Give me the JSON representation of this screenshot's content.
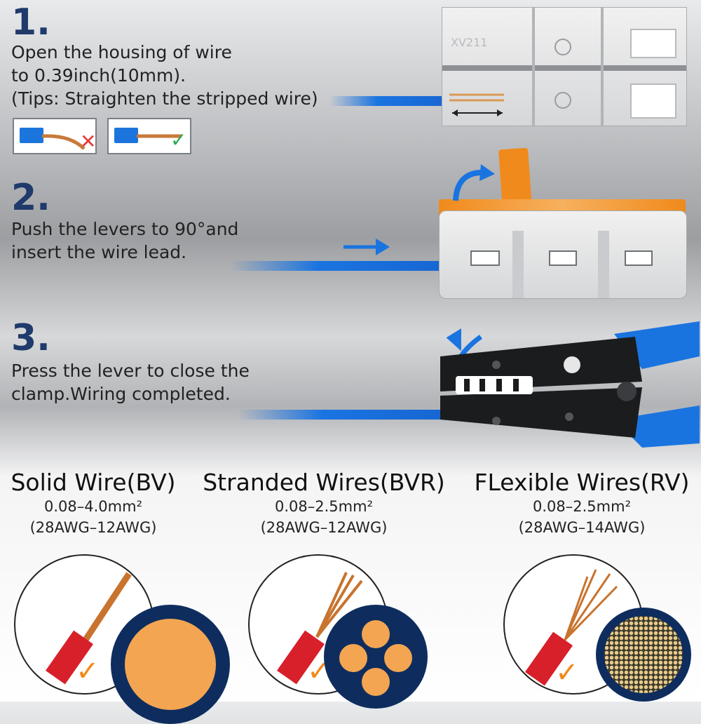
{
  "steps": [
    {
      "number": "1.",
      "text": "Open the housing of wire\nto 0.39inch(10mm).\n(Tips: Straighten the stripped wire)"
    },
    {
      "number": "2.",
      "text": "Push the levers to 90°and\ninsert the wire lead."
    },
    {
      "number": "3.",
      "text": "Press the lever to close the\nclamp.Wiring completed."
    }
  ],
  "tips": {
    "wrong_icon": "red-x-icon",
    "right_icon": "green-check-icon",
    "wrong_color": "#e53a3a",
    "right_color": "#2fa84f"
  },
  "connector_label": "XV211",
  "categories": [
    {
      "title": "Solid Wire(BV)",
      "range": "0.08–4.0mm²",
      "awg": "(28AWG–12AWG)"
    },
    {
      "title": "Stranded Wires(BVR)",
      "range": "0.08–2.5mm²",
      "awg": "(28AWG–12AWG)"
    },
    {
      "title": "FLexible Wires(RV)",
      "range": "0.08–2.5mm²",
      "awg": "(28AWG–14AWG)"
    }
  ],
  "colors": {
    "accent_blue": "#1a74e0",
    "orange": "#f08a1c",
    "navy": "#1f3a6b"
  }
}
